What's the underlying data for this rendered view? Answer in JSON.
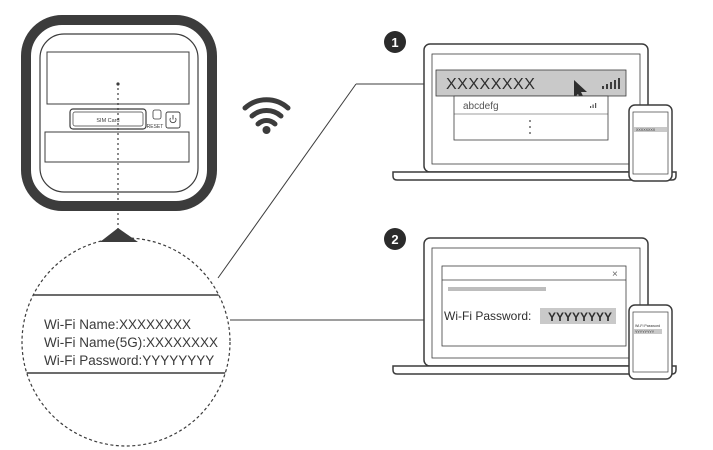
{
  "router": {
    "sim_label": "SIM Card",
    "reset_label": "RESET",
    "power_icon": "power-icon"
  },
  "wifi_icon": "wifi-signal-icon",
  "label": {
    "ssid_line": "Wi-Fi Name:XXXXXXXX",
    "ssid5g_line": "Wi-Fi Name(5G):XXXXXXXX",
    "password_line": "Wi-Fi Password:YYYYYYYY"
  },
  "step1": {
    "number": "1",
    "network_selected": "XXXXXXXX",
    "network_other": "abcdefg",
    "phone_network": "XXXXXXXX"
  },
  "step2": {
    "number": "2",
    "password_label": "Wi-Fi Password:",
    "password_value": "YYYYYYYY",
    "close_glyph": "×",
    "phone_password_label": "Wi-Fi Password",
    "phone_password_value": "YYYYYYYY"
  },
  "colors": {
    "stroke": "#3c3c3c",
    "highlight": "#c9c9c9",
    "badge": "#2b2b2b"
  }
}
